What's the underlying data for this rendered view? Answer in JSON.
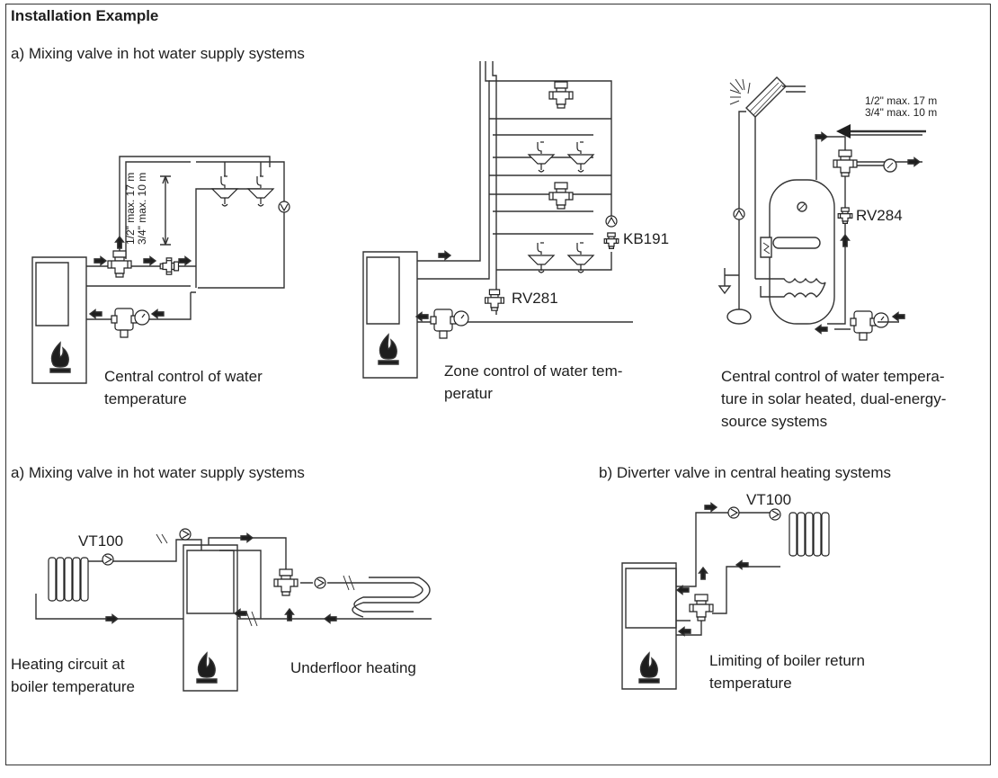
{
  "title": "Installation Example",
  "section_top": "a) Mixing valve in hot water supply systems",
  "section_bottom_left": "a) Mixing valve in hot water supply systems",
  "section_bottom_right": "b) Diverter valve in central heating systems",
  "diagrams": {
    "central": {
      "caption_line1": "Central control of water",
      "caption_line2": "temperature",
      "dim_line1": "1/2\" max. 17 m",
      "dim_line2": "3/4\" max. 10 m"
    },
    "zone": {
      "caption_line1": "Zone control of water tem-",
      "caption_line2": "peratur",
      "label_kb": "KB191",
      "label_rv": "RV281"
    },
    "solar": {
      "caption_line1": "Central control of water tempera-",
      "caption_line2": "ture in solar heated, dual-energy-",
      "caption_line3": "source systems",
      "dim_line1": "1/2\" max. 17 m",
      "dim_line2": "3/4\" max. 10 m",
      "label_rv": "RV284"
    },
    "underfloor": {
      "label_vt": "VT100",
      "caption_left_line1": "Heating circuit at",
      "caption_left_line2": "boiler temperature",
      "caption_right": "Underfloor heating"
    },
    "diverter": {
      "label_vt": "VT100",
      "caption_line1": "Limiting of boiler return",
      "caption_line2": "temperature"
    }
  }
}
